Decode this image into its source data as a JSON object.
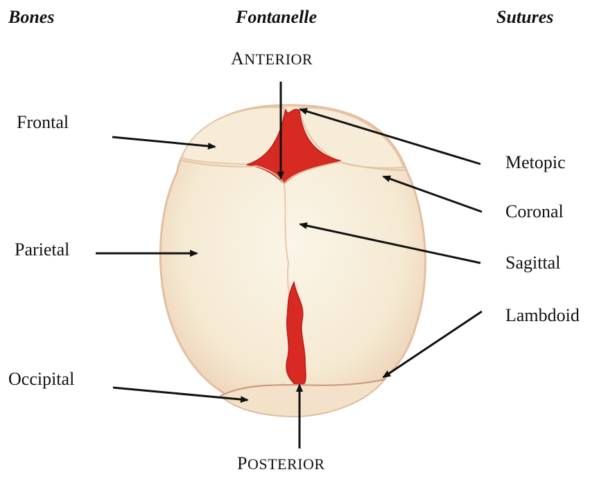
{
  "headers": {
    "bones": "Bones",
    "fontanelle": "Fontanelle",
    "sutures": "Sutures"
  },
  "fontanelles": {
    "anterior_first": "A",
    "anterior_rest": "NTERIOR",
    "posterior_first": "P",
    "posterior_rest": "OSTERIOR"
  },
  "bones": {
    "frontal": "Frontal",
    "parietal": "Parietal",
    "occipital": "Occipital"
  },
  "sutures": {
    "metopic": "Metopic",
    "coronal": "Coronal",
    "sagittal": "Sagittal",
    "lambdoid": "Lambdoid"
  },
  "colors": {
    "bone": "#f6ecd6",
    "bone_edge": "#e7c9a9",
    "fontanelle": "#d82a24",
    "arrow": "#111111"
  }
}
